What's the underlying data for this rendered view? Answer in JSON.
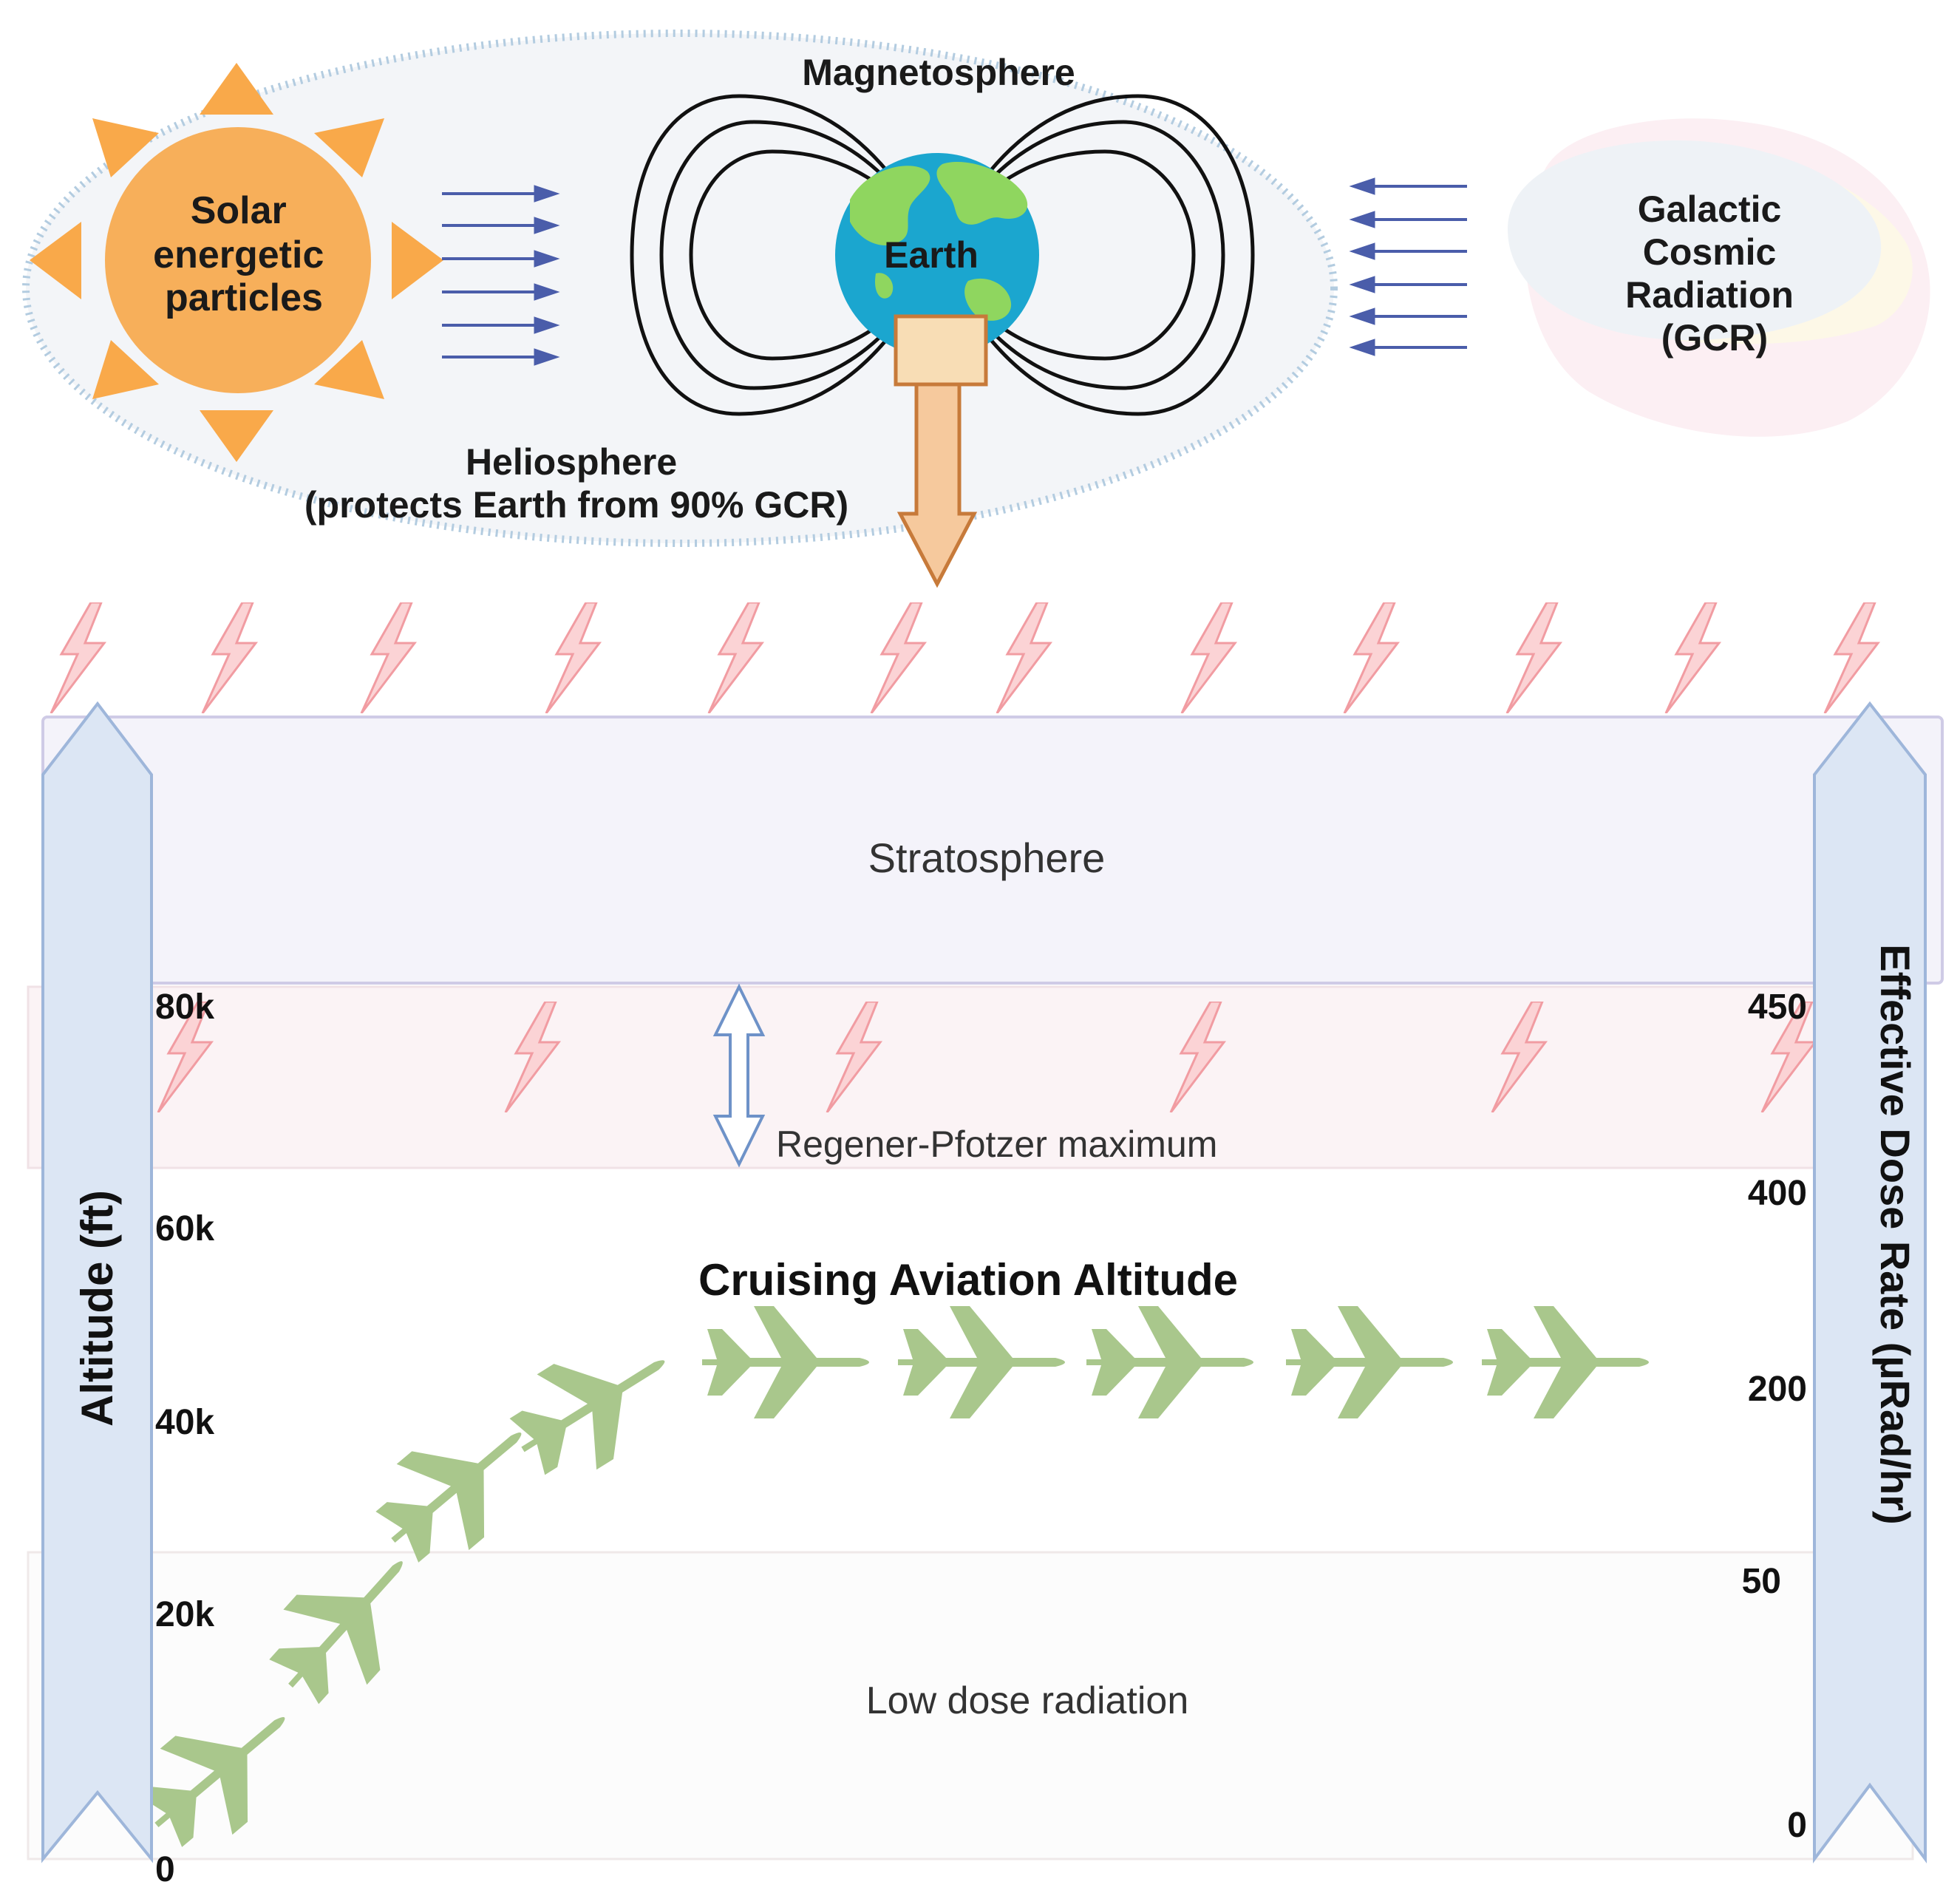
{
  "top": {
    "sun_label": [
      "Solar",
      "energetic",
      "particles"
    ],
    "magnetosphere": "Magnetosphere",
    "earth": "Earth",
    "heliosphere": [
      "Heliosphere",
      "(protects Earth from 90% GCR)"
    ],
    "gcr_label": [
      "Galactic",
      "Cosmic",
      "Radiation",
      "(GCR)"
    ]
  },
  "layers": {
    "stratosphere": "Stratosphere",
    "regener": "Regener-Pfotzer maximum",
    "cruising": "Cruising Aviation Altitude",
    "low_dose": "Low dose radiation"
  },
  "axes": {
    "left_title": "Altitude (ft)",
    "left_ticks": [
      "80k",
      "60k",
      "40k",
      "20k",
      "0"
    ],
    "right_title": "Effective Dose Rate (µRad/hr)",
    "right_ticks": [
      "450",
      "400",
      "200",
      "50",
      "0"
    ]
  },
  "colors": {
    "sun": "#F7AF5A",
    "ray": "#F9A94A",
    "arrow_blue": "#4A5DAA",
    "earth_water": "#1BA6CF",
    "earth_land": "#8FD65F",
    "down_arrow": "#F6C99D",
    "down_arrow_stroke": "#C77A3A",
    "axis_fill": "#DCE6F4",
    "axis_stroke": "#9EB6DA",
    "strat_fill": "#F4F3FA",
    "strat_stroke": "#CFCBE6",
    "band_fill": "#FBF3F5",
    "bolt_fill": "#FBD3D5",
    "bolt_stroke": "#F19CA2",
    "plane": "#A9C78C",
    "helio_dots": "#B3CCE0"
  }
}
